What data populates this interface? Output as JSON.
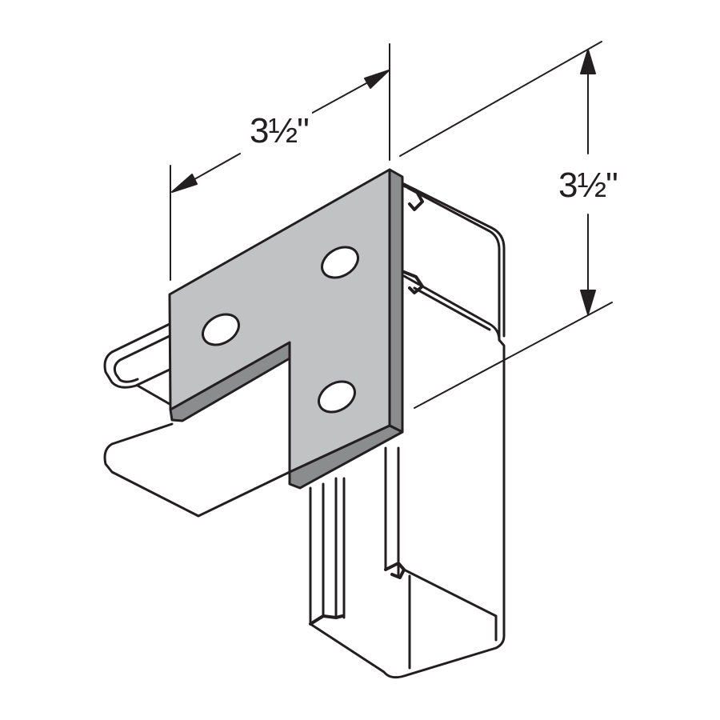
{
  "diagram": {
    "dimensions": [
      {
        "id": "plate-width",
        "label": "3½\""
      },
      {
        "id": "channel-height",
        "label": "3½\""
      }
    ],
    "colors": {
      "line": "#231f20",
      "plate_face": "#c0c2c4",
      "plate_edge": "#8a8c8e",
      "background": "#ffffff"
    }
  }
}
